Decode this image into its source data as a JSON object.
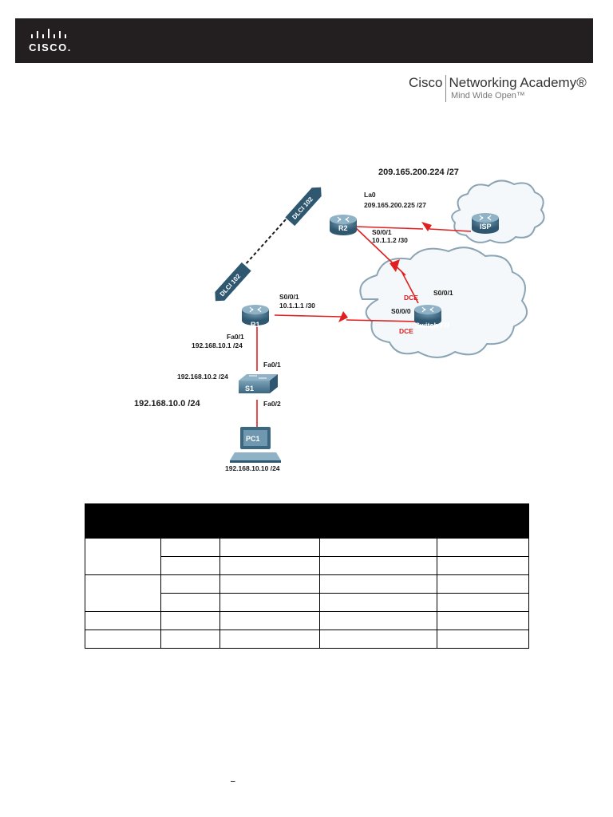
{
  "header": {
    "cisco_wordmark": "CISCO.",
    "academy_name_left": "Cisco",
    "academy_name_right": "Networking Academy®",
    "academy_tagline": "Mind Wide Open™"
  },
  "topology": {
    "network_top": "209.165.200.224 /27",
    "r2_lo_name": "La0",
    "r2_lo_ip": "209.165.200.225 /27",
    "r2_serial_name": "S0/0/1",
    "r2_serial_ip": "10.1.1.2 /30",
    "r1_serial_name": "S0/0/1",
    "r1_serial_ip": "10.1.1.1 /30",
    "r1_fa_name": "Fa0/1",
    "r1_fa_ip": "192.168.10.1 /24",
    "s1_fa01": "Fa0/1",
    "s1_ip": "192.168.10.2 /24",
    "s1_fa02": "Fa0/2",
    "lan_network": "192.168.10.0 /24",
    "pc1_ip": "192.168.10.10 /24",
    "frs_s001": "S0/0/1",
    "frs_s000": "S0/0/0",
    "dce_top": "DCE",
    "dce_bottom": "DCE",
    "dlci_upper": "DLCI 102",
    "dlci_lower": "DLCI 102",
    "devices": {
      "r1": "R1",
      "r2": "R2",
      "isp": "ISP",
      "switch_fr": "Switch FR",
      "s1": "S1",
      "pc1": "PC1"
    },
    "link_color": "#e02020"
  },
  "table": {
    "columns": [
      "",
      "",
      "",
      "",
      ""
    ],
    "rows": [
      [
        "",
        "",
        "",
        "",
        ""
      ],
      [
        "",
        "",
        "",
        "",
        ""
      ],
      [
        "",
        "",
        "",
        "",
        ""
      ],
      [
        "",
        "",
        "",
        "",
        ""
      ],
      [
        "",
        "",
        "",
        "",
        ""
      ],
      [
        "",
        "",
        "",
        "",
        ""
      ]
    ]
  },
  "footer": {
    "mark": "–"
  }
}
